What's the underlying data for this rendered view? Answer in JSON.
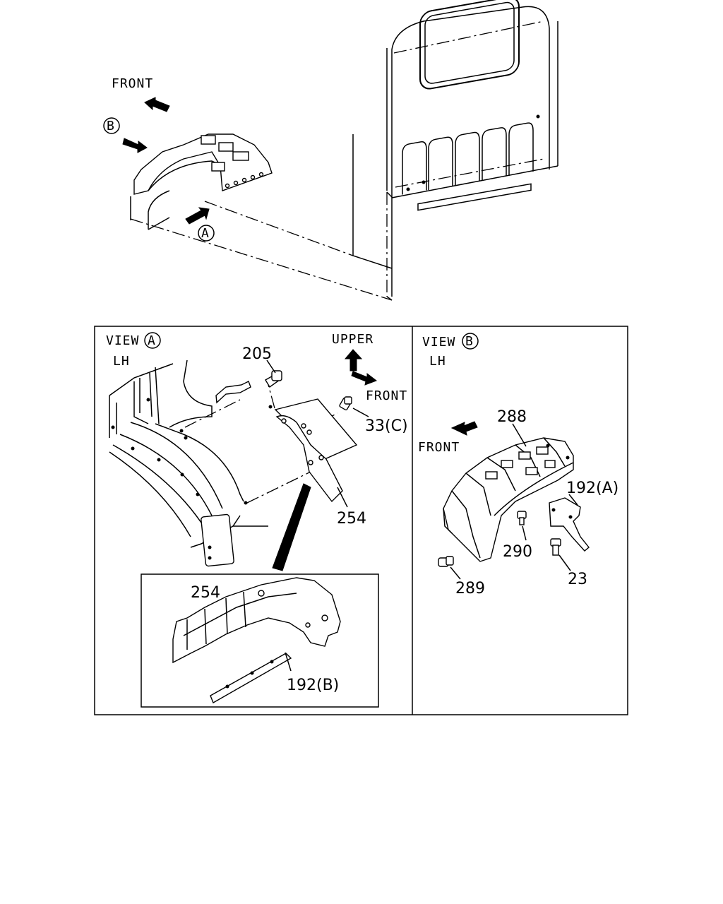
{
  "overview": {
    "front_label": "FRONT",
    "callout_a": "A",
    "callout_b": "B"
  },
  "view_a": {
    "view_prefix": "VIEW",
    "view_letter": "A",
    "side": "LH",
    "upper_label": "UPPER",
    "front_label": "FRONT",
    "parts": [
      "205",
      "33(C)",
      "254"
    ],
    "detail_parts": [
      "254",
      "192(B)"
    ]
  },
  "view_b": {
    "view_prefix": "VIEW",
    "view_letter": "B",
    "side": "LH",
    "front_label": "FRONT",
    "parts": [
      "288",
      "192(A)",
      "290",
      "23",
      "289"
    ]
  }
}
